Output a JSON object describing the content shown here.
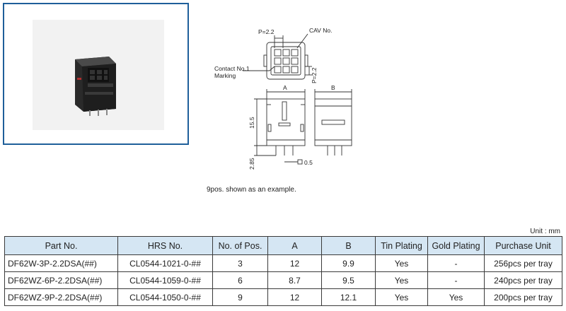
{
  "drawing": {
    "pitch_label": "P=2.2",
    "cav_label": "CAV No.",
    "pitch_vertical_label": "P=2.2",
    "contact_label_line1": "Contact No.1",
    "contact_label_line2": "Marking",
    "dim_a": "A",
    "dim_b": "B",
    "dim_height": "15.5",
    "dim_pin": "2.85",
    "dim_square": "0.5",
    "caption": "9pos. shown as an example."
  },
  "table": {
    "unit": "Unit : mm",
    "headers": [
      "Part No.",
      "HRS No.",
      "No. of Pos.",
      "A",
      "B",
      "Tin Plating",
      "Gold Plating",
      "Purchase Unit"
    ],
    "rows": [
      [
        "DF62W-3P-2.2DSA(##)",
        "CL0544-1021-0-##",
        "3",
        "12",
        "9.9",
        "Yes",
        "-",
        "256pcs per tray"
      ],
      [
        "DF62WZ-6P-2.2DSA(##)",
        "CL0544-1059-0-##",
        "6",
        "8.7",
        "9.5",
        "Yes",
        "-",
        "240pcs per tray"
      ],
      [
        "DF62WZ-9P-2.2DSA(##)",
        "CL0544-1050-0-##",
        "9",
        "12",
        "12.1",
        "Yes",
        "Yes",
        "200pcs per tray"
      ]
    ]
  }
}
